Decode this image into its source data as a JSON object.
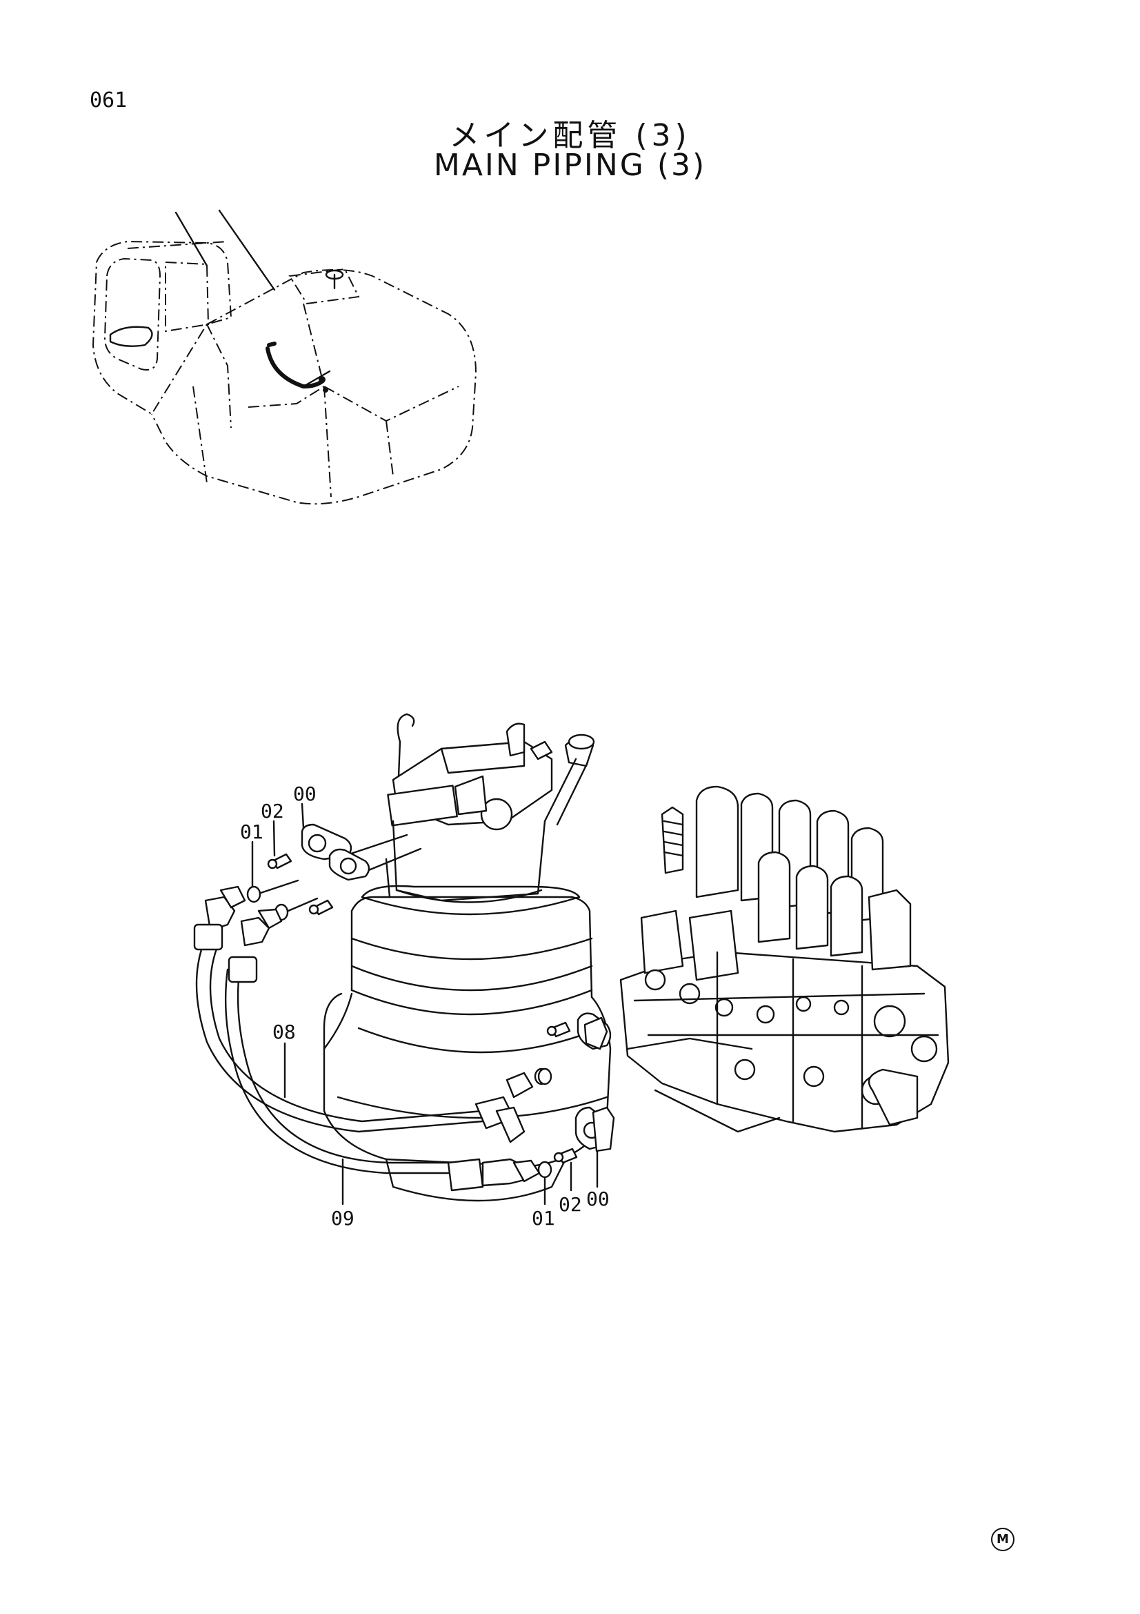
{
  "page_number": "061",
  "title_jp": "メイン配管 (3)",
  "title_en": "MAIN PIPING (3)",
  "mark": "M",
  "callouts": {
    "flange_upper": "00",
    "bolt_upper": "02",
    "oring_upper": "01",
    "hose_upper": "08",
    "hose_lower": "09",
    "oring_lower": "01",
    "bolt_lower": "02",
    "flange_lower": "00"
  }
}
